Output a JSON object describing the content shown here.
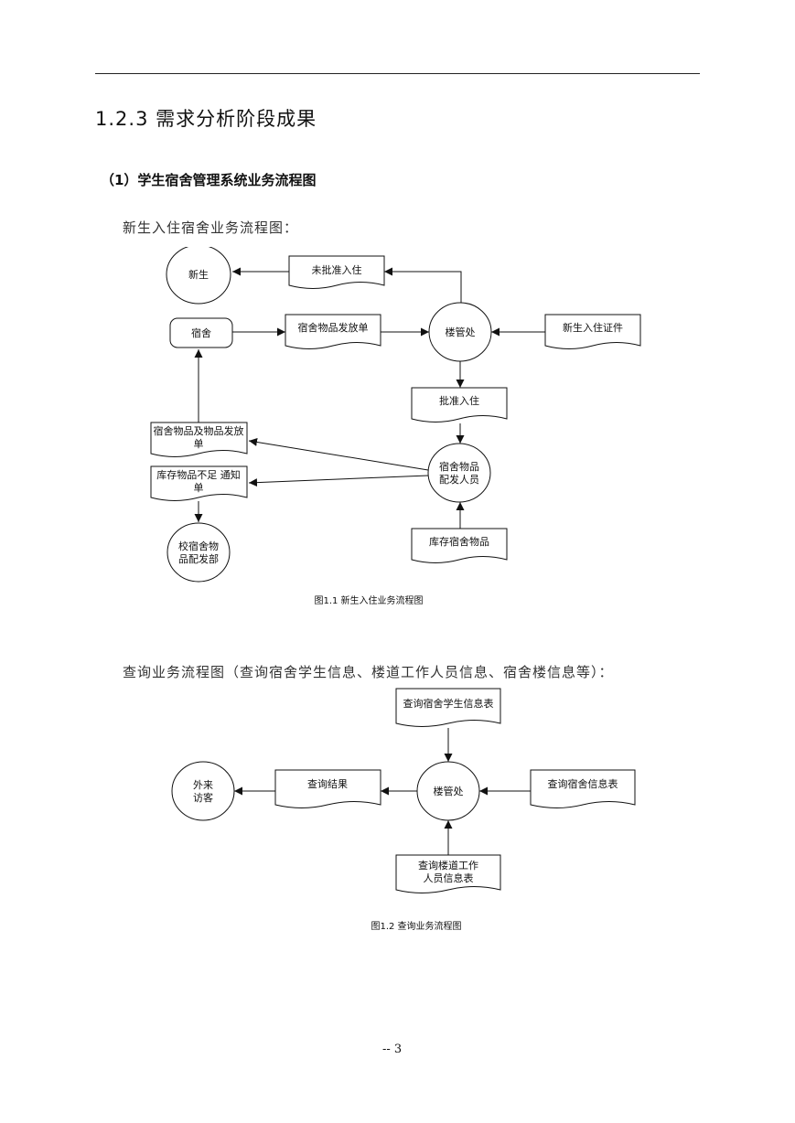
{
  "section_heading": "1.2.3 需求分析阶段成果",
  "subsection_heading": "（1）学生宿舍管理系统业务流程图",
  "flow1": {
    "intro": "新生入住宿舍业务流程图：",
    "nodes": {
      "freshman": "新生",
      "not_approved": "未批准入住",
      "dorm": "宿舍",
      "issue_form": "宿舍物品发放单",
      "dorm_office": "楼管处",
      "freshman_cert": "新生入住证件",
      "approved": "批准入住",
      "items_and_form_l1": "宿舍物品及物品发放",
      "items_and_form_l2": "单",
      "shortage_notice_l1": "库存物品不足  通知",
      "shortage_notice_l2": "单",
      "distributor_l1": "宿舍物品",
      "distributor_l2": "配发人员",
      "supply_dept_l1": "校宿舍物",
      "supply_dept_l2": "品配发部",
      "stock_items": "库存宿舍物品"
    },
    "caption": "图1.1  新生入住业务流程图"
  },
  "flow2": {
    "intro": "查询业务流程图（查询宿舍学生信息、楼道工作人员信息、宿舍楼信息等）：",
    "nodes": {
      "student_info_table": "查询宿舍学生信息表",
      "visitor_l1": "外来",
      "visitor_l2": "访客",
      "query_result": "查询结果",
      "dorm_office": "楼管处",
      "dorm_info_table": "查询宿舍信息表",
      "staff_info_l1": "查询楼道工作",
      "staff_info_l2": "人员信息表"
    },
    "caption": "图1.2  查询业务流程图"
  },
  "page_number": "-- 3"
}
